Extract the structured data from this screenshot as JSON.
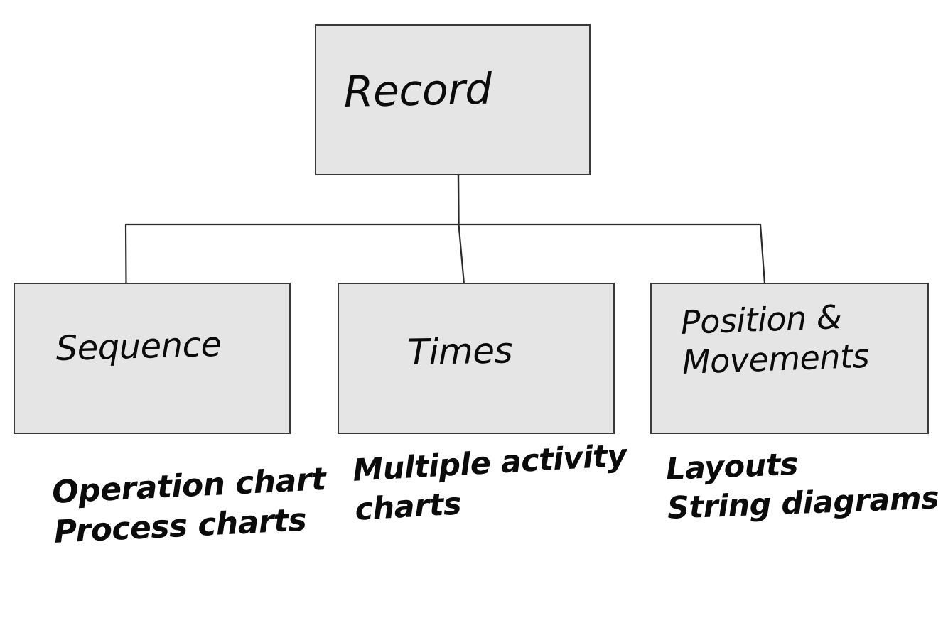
{
  "diagram": {
    "title": "Record",
    "style": "hand-drawn tree diagram",
    "background_color": "#ffffff",
    "box_fill_color": "#e5e5e5",
    "box_border_color": "#3a3a3a",
    "ink_color": "#0b0b0b",
    "root": {
      "id": "record",
      "label": "Record"
    },
    "children": [
      {
        "id": "sequence",
        "label": "Sequence",
        "caption": "Operation chart\nProcess charts",
        "caption_lines": [
          "Operation chart",
          "Process charts"
        ]
      },
      {
        "id": "times",
        "label": "Times",
        "caption": "Multiple activity\ncharts",
        "caption_lines": [
          "Multiple activity",
          "charts"
        ]
      },
      {
        "id": "position",
        "label": "Position &\nMovements",
        "label_lines": [
          "Position &",
          "Movements"
        ],
        "caption": "Layouts\nString diagrams",
        "caption_lines": [
          "Layouts",
          "String diagrams"
        ]
      }
    ],
    "connectors": [
      {
        "from": "record",
        "to": "trunk",
        "kind": "vertical-stem"
      },
      {
        "from": "trunk",
        "to": "sequence",
        "kind": "elbow-left"
      },
      {
        "from": "trunk",
        "to": "times",
        "kind": "slanted-drop-center"
      },
      {
        "from": "trunk",
        "to": "position",
        "kind": "slanted-drop-right"
      }
    ]
  }
}
